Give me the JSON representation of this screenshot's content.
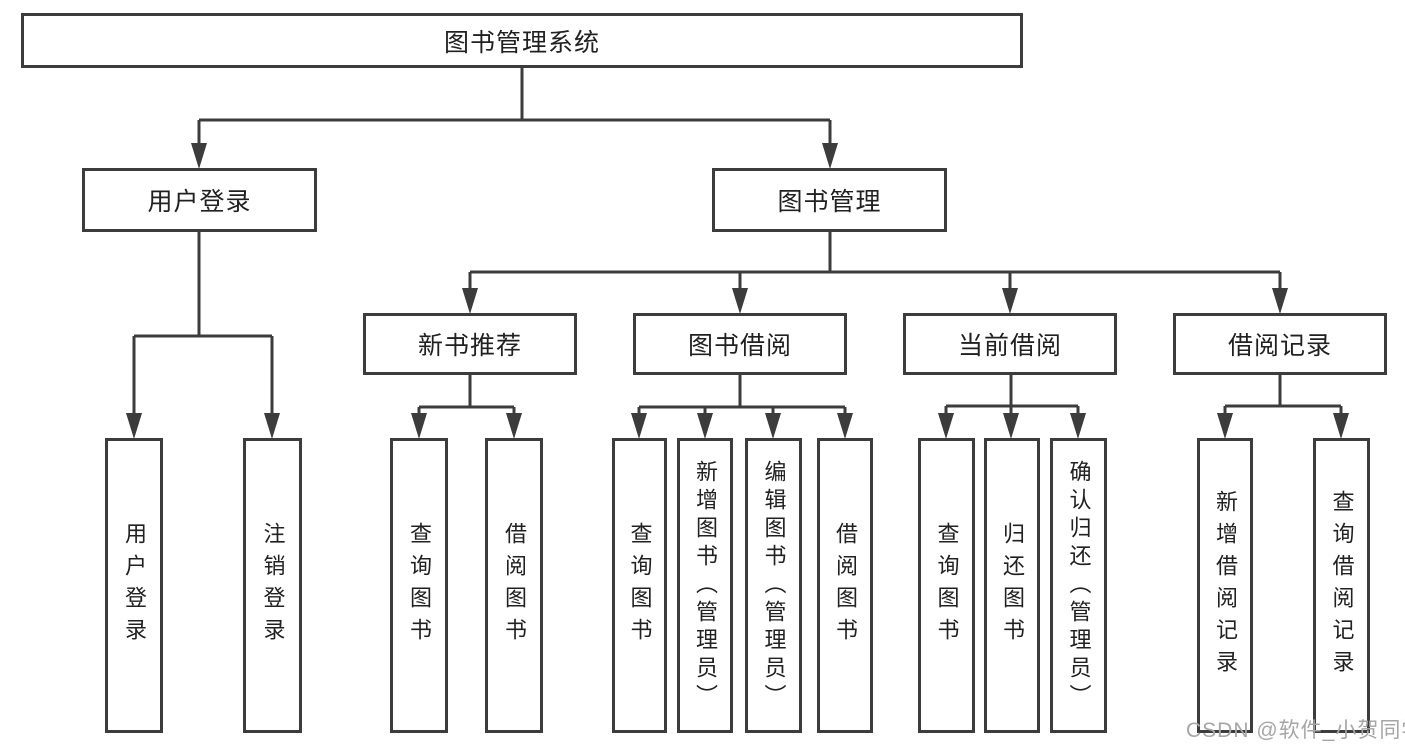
{
  "tree": {
    "root": {
      "label": "图书管理系统"
    },
    "level2": [
      {
        "id": "user-login",
        "label": "用户登录"
      },
      {
        "id": "book-management",
        "label": "图书管理"
      }
    ],
    "level3": [
      {
        "id": "new-book-recommend",
        "parent": "图书管理",
        "label": "新书推荐"
      },
      {
        "id": "book-borrow",
        "parent": "图书管理",
        "label": "图书借阅"
      },
      {
        "id": "current-borrow",
        "parent": "图书管理",
        "label": "当前借阅"
      },
      {
        "id": "borrow-records",
        "parent": "图书管理",
        "label": "借阅记录"
      }
    ],
    "leaves": [
      {
        "parent": "用户登录",
        "label": "用户登录"
      },
      {
        "parent": "用户登录",
        "label": "注销登录"
      },
      {
        "parent": "新书推荐",
        "label": "查询图书"
      },
      {
        "parent": "新书推荐",
        "label": "借阅图书"
      },
      {
        "parent": "图书借阅",
        "label": "查询图书"
      },
      {
        "parent": "图书借阅",
        "label": "新增图书（管理员）"
      },
      {
        "parent": "图书借阅",
        "label": "编辑图书（管理员）"
      },
      {
        "parent": "图书借阅",
        "label": "借阅图书"
      },
      {
        "parent": "当前借阅",
        "label": "查询图书"
      },
      {
        "parent": "当前借阅",
        "label": "归还图书"
      },
      {
        "parent": "当前借阅",
        "label": "确认归还（管理员）"
      },
      {
        "parent": "借阅记录",
        "label": "新增借阅记录"
      },
      {
        "parent": "借阅记录",
        "label": "查询借阅记录"
      }
    ]
  },
  "watermark": {
    "text": "CSDN @软件_小贺同学"
  },
  "colors": {
    "line": "#3c3c3c",
    "text": "#212121",
    "watermark": "#a6a6a6",
    "background": "#ffffff"
  }
}
